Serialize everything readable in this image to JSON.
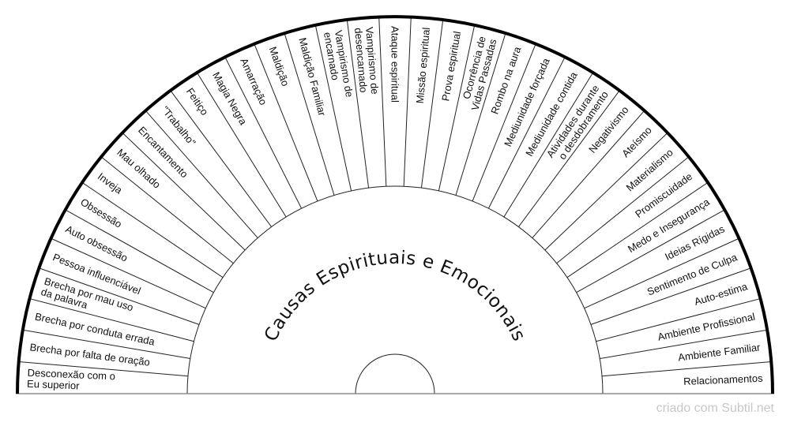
{
  "title": "Causas Espirituais e Emocionais",
  "watermark": "criado com Subtil.net",
  "segments": [
    [
      "Desconexão com o",
      "Eu superior"
    ],
    [
      "Brecha por falta de oração"
    ],
    [
      "Brecha por conduta errada"
    ],
    [
      "Brecha por mau uso",
      "da palavra"
    ],
    [
      "Pessoa influenciável"
    ],
    [
      "Auto obsessão"
    ],
    [
      "Obsessão"
    ],
    [
      "Inveja"
    ],
    [
      "Mau olhado"
    ],
    [
      "Encantamento"
    ],
    [
      "\"Trabalho\""
    ],
    [
      "Feitiço"
    ],
    [
      "Magia Negra"
    ],
    [
      "Amarração"
    ],
    [
      "Maldição"
    ],
    [
      "Maldição Familiar"
    ],
    [
      "Vampirismo de",
      "encarnado"
    ],
    [
      "Vampirismo de",
      "desencarnado"
    ],
    [
      "Ataque espiritual"
    ],
    [
      "Missão espiritual"
    ],
    [
      "Prova espiritual"
    ],
    [
      "Ocorrência de",
      "Vidas Passadas"
    ],
    [
      "Rombo na aura"
    ],
    [
      "Mediunidade forçada"
    ],
    [
      "Mediunidade contida"
    ],
    [
      "Atividades durante",
      "o desdobramento"
    ],
    [
      "Negativismo"
    ],
    [
      "Ateísmo"
    ],
    [
      "Materialismo"
    ],
    [
      "Promiscuidade"
    ],
    [
      "Medo e Insegurança"
    ],
    [
      "Ideias Rígidas"
    ],
    [
      "Sentimento de Culpa"
    ],
    [
      "Auto-estima"
    ],
    [
      "Ambiente Profissional"
    ],
    [
      "Ambiente Familiar"
    ],
    [
      "Relacionamentos"
    ]
  ]
}
